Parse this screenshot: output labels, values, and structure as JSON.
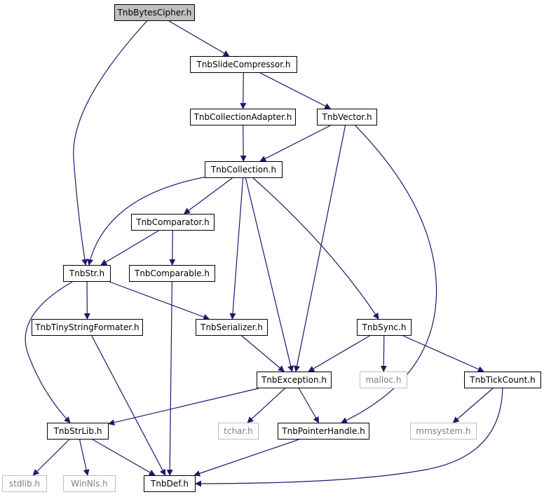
{
  "graph": {
    "nodes": [
      {
        "id": "TnbBytesCipher",
        "label": "TnbBytesCipher.h",
        "kind": "root"
      },
      {
        "id": "TnbSlideCompressor",
        "label": "TnbSlideCompressor.h",
        "kind": "local"
      },
      {
        "id": "TnbCollectionAdapter",
        "label": "TnbCollectionAdapter.h",
        "kind": "local"
      },
      {
        "id": "TnbVector",
        "label": "TnbVector.h",
        "kind": "local"
      },
      {
        "id": "TnbCollection",
        "label": "TnbCollection.h",
        "kind": "local"
      },
      {
        "id": "TnbComparator",
        "label": "TnbComparator.h",
        "kind": "local"
      },
      {
        "id": "TnbStr",
        "label": "TnbStr.h",
        "kind": "local"
      },
      {
        "id": "TnbComparable",
        "label": "TnbComparable.h",
        "kind": "local"
      },
      {
        "id": "TnbTinyStringFormater",
        "label": "TnbTinyStringFormater.h",
        "kind": "local"
      },
      {
        "id": "TnbSerializer",
        "label": "TnbSerializer.h",
        "kind": "local"
      },
      {
        "id": "TnbSync",
        "label": "TnbSync.h",
        "kind": "local"
      },
      {
        "id": "TnbException",
        "label": "TnbException.h",
        "kind": "local"
      },
      {
        "id": "malloc",
        "label": "malloc.h",
        "kind": "external"
      },
      {
        "id": "TnbTickCount",
        "label": "TnbTickCount.h",
        "kind": "local"
      },
      {
        "id": "TnbStrLib",
        "label": "TnbStrLib.h",
        "kind": "local"
      },
      {
        "id": "tchar",
        "label": "tchar.h",
        "kind": "external"
      },
      {
        "id": "TnbPointerHandle",
        "label": "TnbPointerHandle.h",
        "kind": "local"
      },
      {
        "id": "mmsystem",
        "label": "mmsystem.h",
        "kind": "external"
      },
      {
        "id": "stdlib",
        "label": "stdlib.h",
        "kind": "external"
      },
      {
        "id": "WinNls",
        "label": "WinNls.h",
        "kind": "external"
      },
      {
        "id": "TnbDef",
        "label": "TnbDef.h",
        "kind": "local"
      }
    ],
    "edges": [
      {
        "from": "TnbBytesCipher",
        "to": "TnbSlideCompressor"
      },
      {
        "from": "TnbBytesCipher",
        "to": "TnbStr"
      },
      {
        "from": "TnbSlideCompressor",
        "to": "TnbCollectionAdapter"
      },
      {
        "from": "TnbSlideCompressor",
        "to": "TnbVector"
      },
      {
        "from": "TnbCollectionAdapter",
        "to": "TnbCollection"
      },
      {
        "from": "TnbVector",
        "to": "TnbCollection"
      },
      {
        "from": "TnbVector",
        "to": "TnbException"
      },
      {
        "from": "TnbVector",
        "to": "TnbPointerHandle"
      },
      {
        "from": "TnbCollection",
        "to": "TnbStr"
      },
      {
        "from": "TnbCollection",
        "to": "TnbComparator"
      },
      {
        "from": "TnbCollection",
        "to": "TnbSerializer"
      },
      {
        "from": "TnbCollection",
        "to": "TnbException"
      },
      {
        "from": "TnbCollection",
        "to": "TnbSync"
      },
      {
        "from": "TnbComparator",
        "to": "TnbStr"
      },
      {
        "from": "TnbComparator",
        "to": "TnbComparable"
      },
      {
        "from": "TnbComparable",
        "to": "TnbDef"
      },
      {
        "from": "TnbStr",
        "to": "TnbTinyStringFormater"
      },
      {
        "from": "TnbStr",
        "to": "TnbSerializer"
      },
      {
        "from": "TnbStr",
        "to": "TnbStrLib"
      },
      {
        "from": "TnbTinyStringFormater",
        "to": "TnbDef"
      },
      {
        "from": "TnbSerializer",
        "to": "TnbException"
      },
      {
        "from": "TnbSync",
        "to": "TnbException"
      },
      {
        "from": "TnbSync",
        "to": "malloc"
      },
      {
        "from": "TnbSync",
        "to": "TnbTickCount"
      },
      {
        "from": "TnbException",
        "to": "TnbStrLib"
      },
      {
        "from": "TnbException",
        "to": "tchar"
      },
      {
        "from": "TnbException",
        "to": "TnbPointerHandle"
      },
      {
        "from": "TnbTickCount",
        "to": "mmsystem"
      },
      {
        "from": "TnbTickCount",
        "to": "TnbDef"
      },
      {
        "from": "TnbStrLib",
        "to": "stdlib"
      },
      {
        "from": "TnbStrLib",
        "to": "WinNls"
      },
      {
        "from": "TnbStrLib",
        "to": "TnbDef"
      },
      {
        "from": "TnbPointerHandle",
        "to": "TnbDef"
      }
    ]
  },
  "colors": {
    "edge": "#191970",
    "node_border": "#000000",
    "root_fill": "#bfbfbf",
    "external_border": "#bfbfbf",
    "external_text": "#7f7f7f"
  }
}
